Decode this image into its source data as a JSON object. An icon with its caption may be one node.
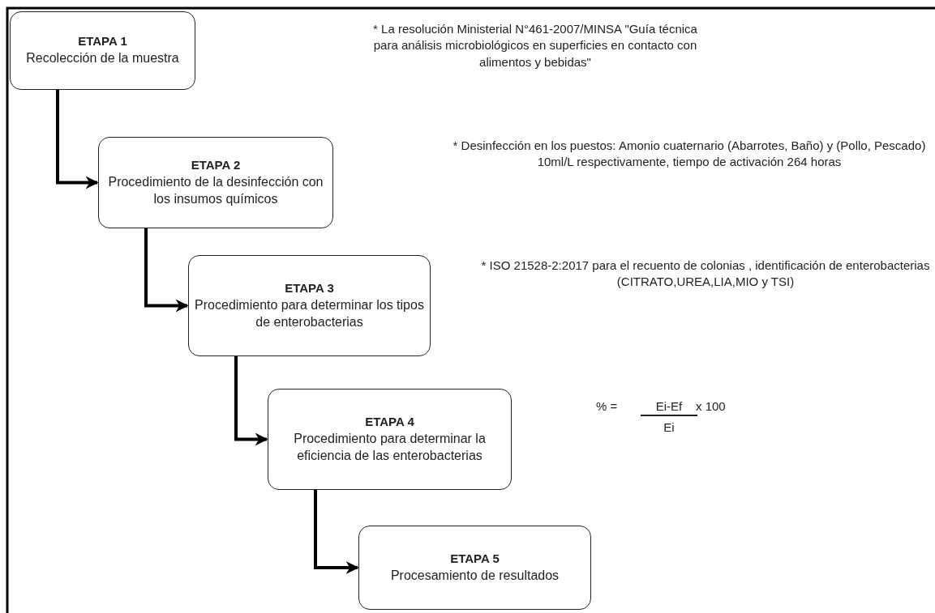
{
  "diagram": {
    "nodes": [
      {
        "text": [
          "ETAPA 1",
          "Recolección de la muestra"
        ]
      },
      {
        "text": [
          "ETAPA 2",
          "Procedimiento de la desinfección con los insumos químicos"
        ]
      },
      {
        "text": [
          "ETAPA 3",
          "Procedimiento para determinar los tipos de enterobacterias"
        ]
      },
      {
        "text": [
          "ETAPA 4",
          "Procedimiento para determinar la eficiencia de las enterobacterias"
        ]
      },
      {
        "text": [
          "ETAPA 5",
          "Procesamiento de resultados"
        ]
      }
    ],
    "edges": [
      {
        "from": 0,
        "to": 1,
        "arrow": "to"
      },
      {
        "from": 1,
        "to": 2,
        "arrow": "to"
      },
      {
        "from": 2,
        "to": 3,
        "arrow": "to"
      },
      {
        "from": 3,
        "to": 4,
        "arrow": "to"
      }
    ],
    "labels": [
      "* La resolución Ministerial N°461-2007/MINSA \"Guía técnica para análisis microbiológicos en superficies en contacto con alimentos y bebidas\"",
      "* Desinfección en los puestos: Amonio cuaternario (Abarrotes, Baño) y (Pollo, Pescado) 10ml/L respectivamente, tiempo de activación 264 horas",
      "* ISO 21528-2:2017 para el recuento de colonias , identificación de enterobacterias (CITRATO,UREA,LIA,MIO y TSI)",
      "% =",
      "Ei-Ef",
      "x 100",
      "Ei"
    ]
  }
}
